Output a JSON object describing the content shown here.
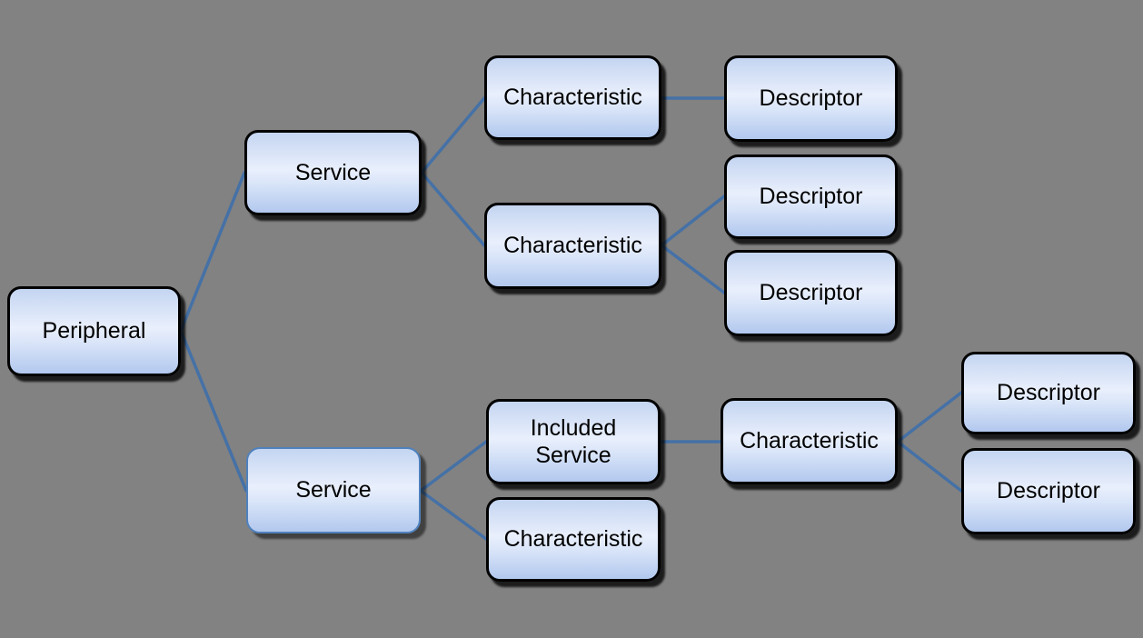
{
  "diagram": {
    "type": "hierarchy-tree",
    "colors": {
      "background": "#828282",
      "node_border": "#000000",
      "node_border_accent": "#4f81bd",
      "node_fill_top": "#c4d5f1",
      "node_fill_middle": "#e9effc",
      "node_fill_bottom": "#b2c8ee",
      "connector": "#4571a6",
      "text": "#000000"
    },
    "nodes": [
      {
        "id": "peripheral",
        "label": "Peripheral"
      },
      {
        "id": "service-1",
        "label": "Service"
      },
      {
        "id": "characteristic-1",
        "label": "Characteristic"
      },
      {
        "id": "descriptor-1",
        "label": "Descriptor"
      },
      {
        "id": "characteristic-2",
        "label": "Characteristic"
      },
      {
        "id": "descriptor-2",
        "label": "Descriptor"
      },
      {
        "id": "descriptor-3",
        "label": "Descriptor"
      },
      {
        "id": "service-2",
        "label": "Service"
      },
      {
        "id": "included-service",
        "label": "Included Service"
      },
      {
        "id": "characteristic-3",
        "label": "Characteristic"
      },
      {
        "id": "characteristic-4",
        "label": "Characteristic"
      },
      {
        "id": "descriptor-4",
        "label": "Descriptor"
      },
      {
        "id": "descriptor-5",
        "label": "Descriptor"
      }
    ],
    "edges": [
      {
        "from": "peripheral",
        "to": "service-1"
      },
      {
        "from": "peripheral",
        "to": "service-2"
      },
      {
        "from": "service-1",
        "to": "characteristic-1"
      },
      {
        "from": "service-1",
        "to": "characteristic-2"
      },
      {
        "from": "characteristic-1",
        "to": "descriptor-1"
      },
      {
        "from": "characteristic-2",
        "to": "descriptor-2"
      },
      {
        "from": "characteristic-2",
        "to": "descriptor-3"
      },
      {
        "from": "service-2",
        "to": "included-service"
      },
      {
        "from": "service-2",
        "to": "characteristic-3"
      },
      {
        "from": "included-service",
        "to": "characteristic-4"
      },
      {
        "from": "characteristic-4",
        "to": "descriptor-4"
      },
      {
        "from": "characteristic-4",
        "to": "descriptor-5"
      }
    ]
  }
}
